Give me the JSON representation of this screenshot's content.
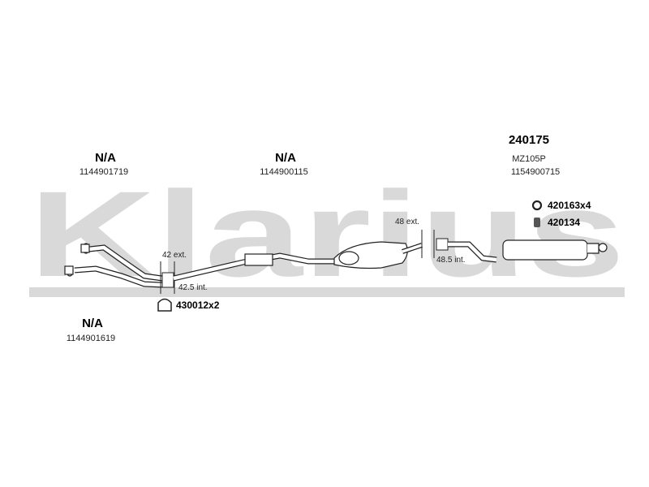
{
  "brand": {
    "logo_text": "Klarius",
    "watermark_color": "#d9d9d9"
  },
  "kit": {
    "number": "240175",
    "model": "MZ105P",
    "code": "1154900715"
  },
  "sections": [
    {
      "status": "N/A",
      "code": "1144901719"
    },
    {
      "status": "N/A",
      "code": "1144900115"
    },
    {
      "status": "N/A",
      "code": "1144901619"
    }
  ],
  "fittings": {
    "clamp_front": "430012x2",
    "ring": "420163x4",
    "hanger": "420134"
  },
  "dimensions": {
    "ext_front": "42 ext.",
    "int_front": "42.5 int.",
    "ext_rear": "48 ext.",
    "int_rear": "48.5 int."
  }
}
